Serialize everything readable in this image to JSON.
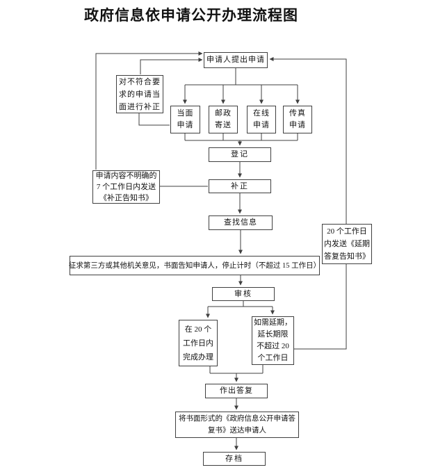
{
  "title": "政府信息依申请公开办理流程图",
  "colors": {
    "background": "#ffffff",
    "line": "#3f3f3f",
    "text": "#111111"
  },
  "flowchart": {
    "nodes": {
      "applicant": {
        "label": "申请人提出申请"
      },
      "onspot_note": {
        "lines": [
          "对不符合要",
          "求的申请当",
          "面进行补正"
        ]
      },
      "inperson": {
        "lines": [
          "当面",
          "申请"
        ]
      },
      "mail": {
        "lines": [
          "邮政",
          "寄送"
        ]
      },
      "online": {
        "lines": [
          "在线",
          "申请"
        ]
      },
      "fax": {
        "lines": [
          "传真",
          "申请"
        ]
      },
      "register": {
        "label": "登记"
      },
      "supplement_note": {
        "lines": [
          "申请内容不明确的",
          "7 个工作日内发送",
          "《补正告知书》"
        ]
      },
      "supplement": {
        "label": "补正"
      },
      "search_info": {
        "label": "查找信息"
      },
      "delay_note": {
        "lines": [
          "20 个工作日",
          "内发送《延期",
          "答复告知书》"
        ]
      },
      "third_party": {
        "label": "征求第三方或其他机关意见，书面告知申请人，停止计时（不超过 15 工作日）"
      },
      "review": {
        "label": "审核"
      },
      "complete_in_20": {
        "lines": [
          "在 20 个",
          "工作日内",
          "完成办理"
        ]
      },
      "extension": {
        "lines": [
          "如需延期，",
          "延长期限",
          "不超过 20",
          "个工作日"
        ]
      },
      "reply": {
        "label": "作出答复"
      },
      "deliver": {
        "lines": [
          "将书面形式的《政府信息公开申请答",
          "复书》送达申请人"
        ]
      },
      "archive": {
        "label": "存档"
      }
    }
  }
}
